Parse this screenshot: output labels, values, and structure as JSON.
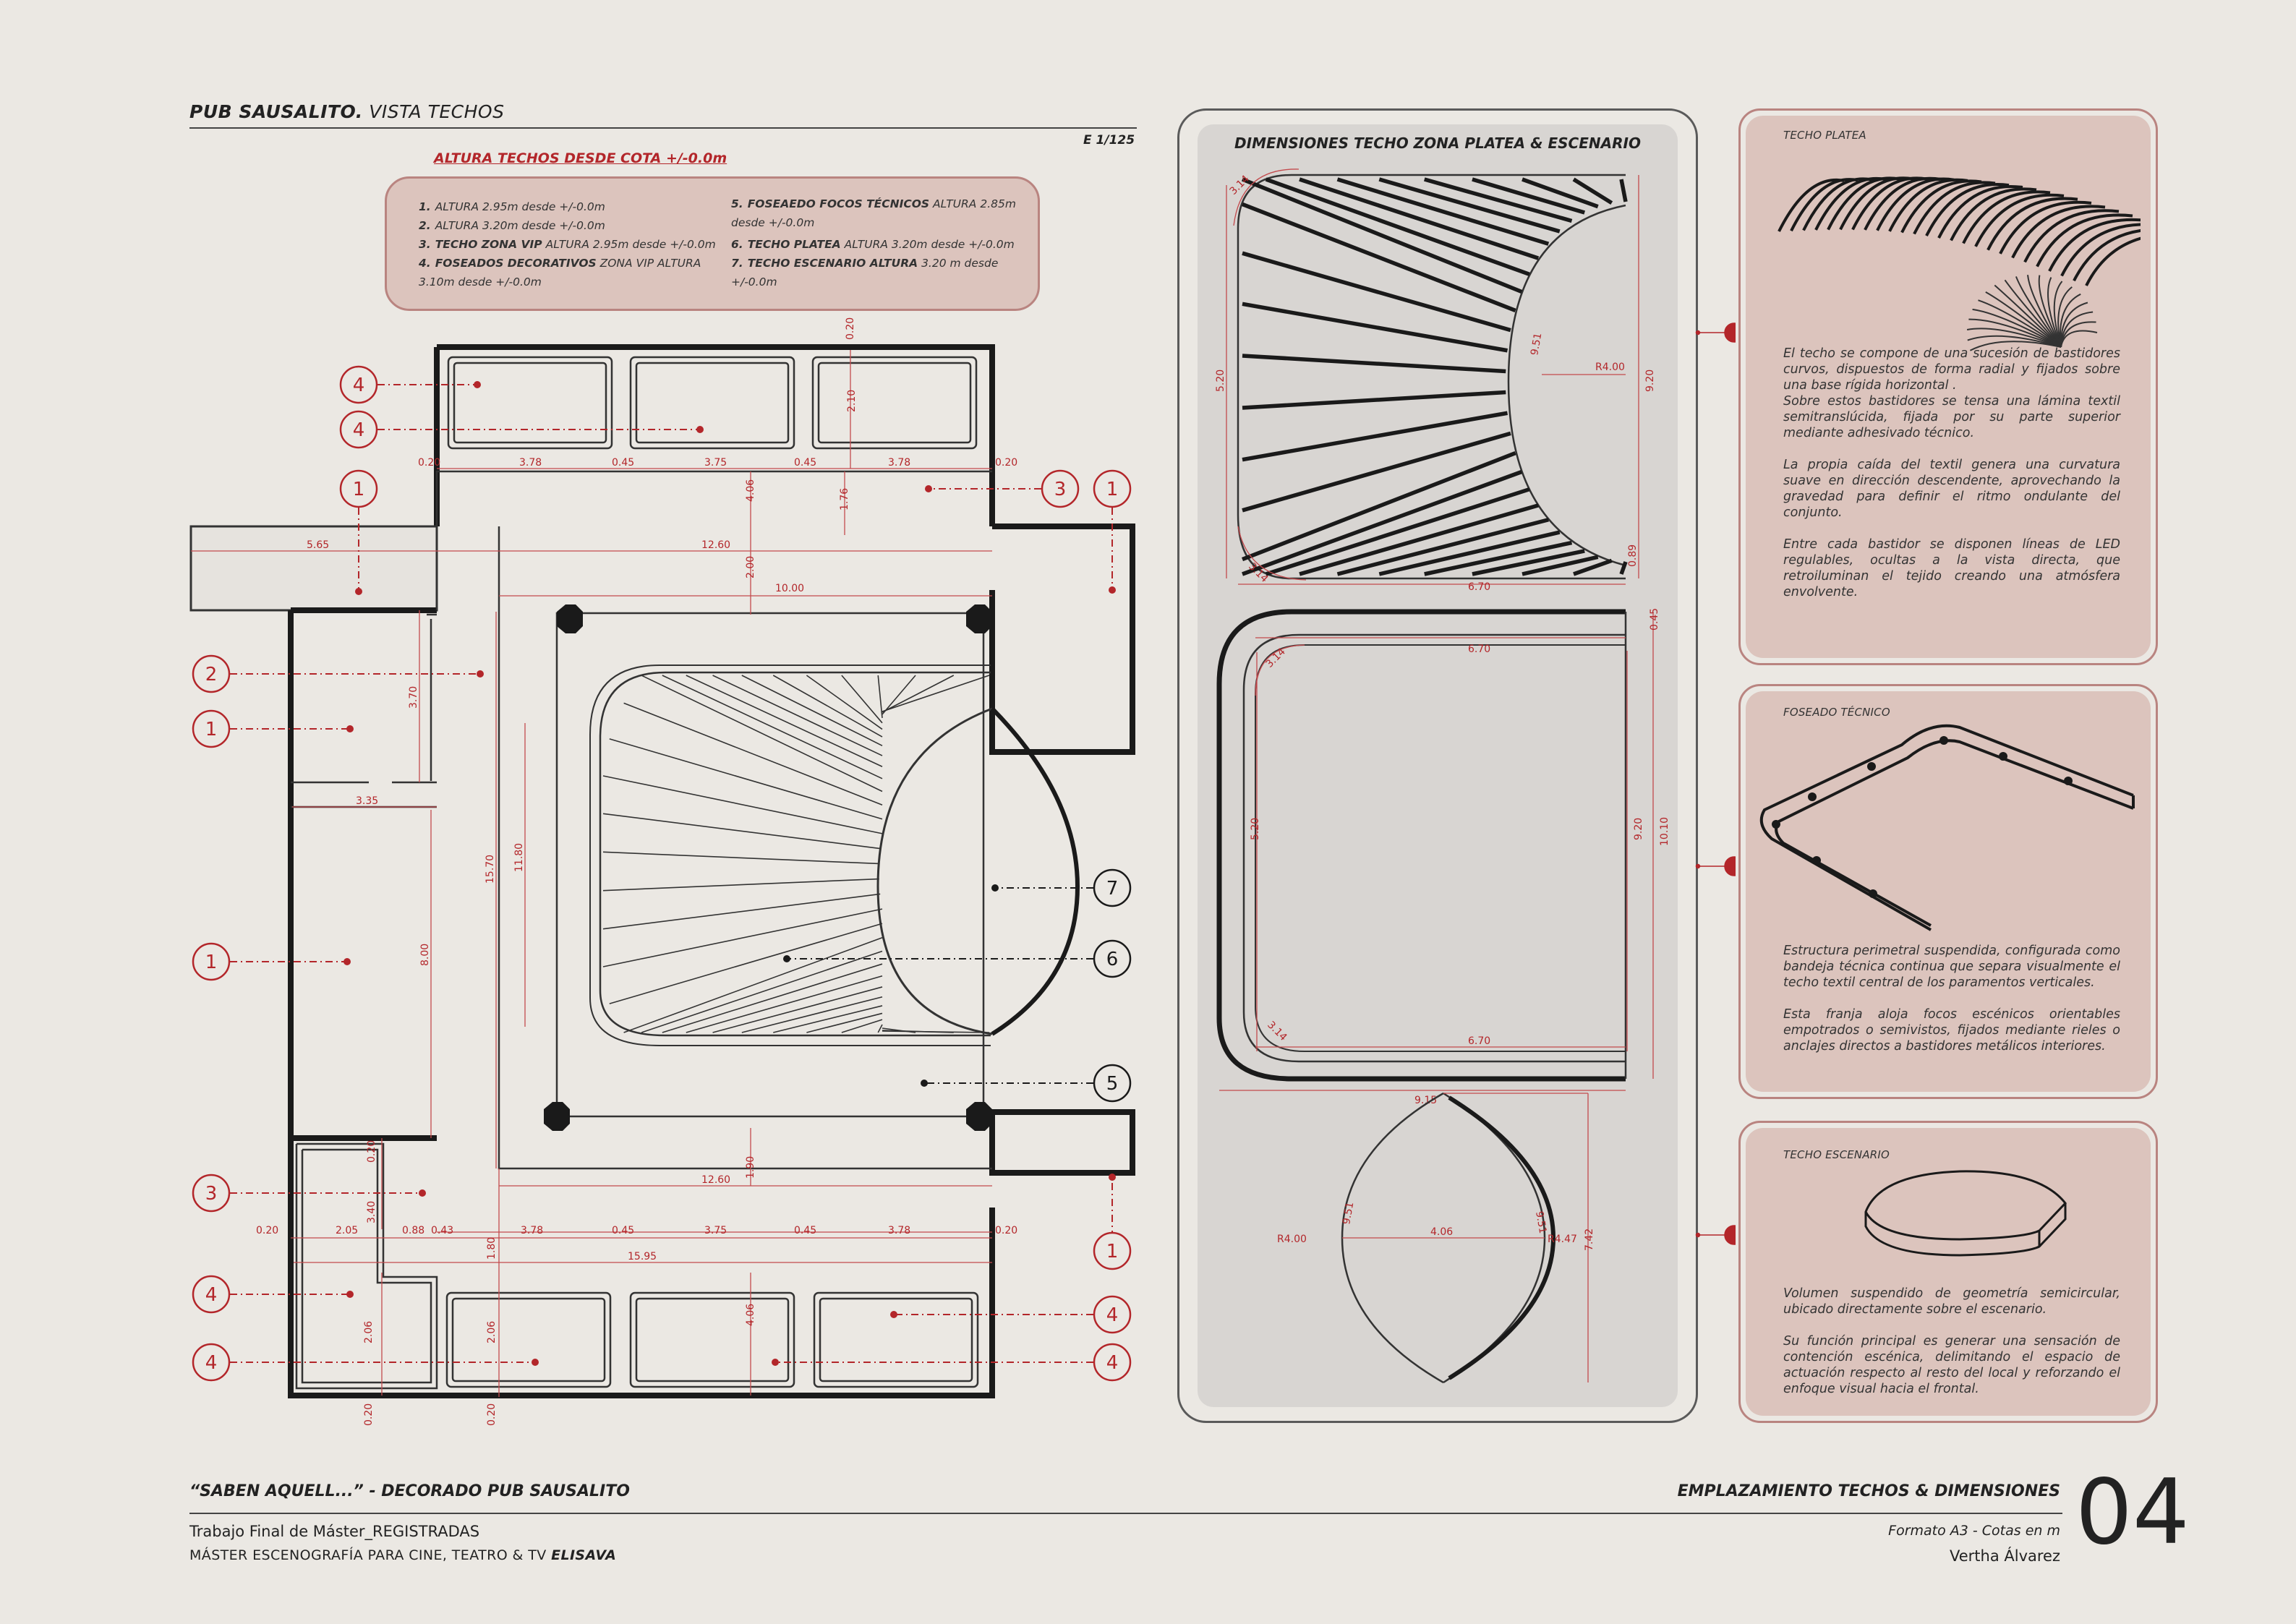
{
  "header": {
    "title_bold": "PUB SAUSALITO.",
    "title_rest": "VISTA TECHOS",
    "scale": "E 1/125",
    "heights_heading": "ALTURA TECHOS DESDE COTA +/-0.0m"
  },
  "legend": {
    "col1": [
      {
        "n": "1.",
        "title": "",
        "text": "ALTURA 2.95m desde +/-0.0m"
      },
      {
        "n": "2.",
        "title": "",
        "text": "ALTURA 3.20m desde +/-0.0m"
      },
      {
        "n": "3.",
        "title": "TECHO ZONA VIP",
        "text": "ALTURA 2.95m desde +/-0.0m"
      },
      {
        "n": "4.",
        "title": "FOSEADOS DECORATIVOS",
        "text": "ZONA VIP ALTURA 3.10m desde +/-0.0m"
      }
    ],
    "col2": [
      {
        "n": "5.",
        "title": "FOSEAEDO FOCOS TÉCNICOS",
        "text": "ALTURA 2.85m desde +/-0.0m"
      },
      {
        "n": "6.",
        "title": "TECHO PLATEA",
        "text": "ALTURA 3.20m desde +/-0.0m"
      },
      {
        "n": "7.",
        "title": "TECHO ESCENARIO ALTURA",
        "text": "3.20 m desde +/-0.0m"
      }
    ]
  },
  "plan": {
    "callouts": [
      "4",
      "4",
      "1",
      "2",
      "1",
      "1",
      "3",
      "4",
      "4",
      "3",
      "1",
      "7",
      "6",
      "5",
      "1",
      "4",
      "4"
    ],
    "dims": {
      "d020a": "0.20",
      "d378a": "3.78",
      "d045a": "0.45",
      "d375a": "3.75",
      "d045b": "0.45",
      "d378b": "3.78",
      "d020b": "0.20",
      "d020top": "0.20",
      "d210": "2.10",
      "d406a": "4.06",
      "d176": "1.76",
      "d565": "5.65",
      "d1260a": "12.60",
      "d200": "2.00",
      "d1000": "10.00",
      "d370": "3.70",
      "d335": "3.35",
      "d1570": "15.70",
      "d1180": "11.80",
      "d800": "8.00",
      "d1260b": "12.60",
      "d190": "1.90",
      "d020c": "0.20",
      "d340": "3.40",
      "d020d": "0.20",
      "d205": "2.05",
      "d088": "0.88",
      "d043": "0.43",
      "d378c": "3.78",
      "d045c": "0.45",
      "d375b": "3.75",
      "d045d": "0.45",
      "d378d": "3.78",
      "d020e": "0.20",
      "d180": "1.80",
      "d1595": "15.95",
      "d206a": "2.06",
      "d206b": "2.06",
      "d406b": "4.06",
      "d020f": "0.20",
      "d020g": "0.20"
    }
  },
  "dimensions_panel": {
    "title": "DIMENSIONES TECHO ZONA PLATEA & ESCENARIO",
    "top": {
      "r314a": "3.14",
      "r951": "9.51",
      "r400": "R4.00",
      "h520": "5.20",
      "h920": "9.20",
      "r314b": "3.14",
      "w670": "6.70",
      "h089": "0.89"
    },
    "mid": {
      "w670a": "6.70",
      "r314a": "3.14",
      "h045": "0.45",
      "h520": "5.20",
      "h920": "9.20",
      "h1010": "10.10",
      "r314b": "3.14",
      "w670b": "6.70",
      "w915": "9.15"
    },
    "bot": {
      "r951a": "9.51",
      "r951b": "9.51",
      "r400": "R4.00",
      "w406": "4.06",
      "r447": "R4.47",
      "h742": "7.42"
    }
  },
  "cards": {
    "platea": {
      "label": "TECHO PLATEA",
      "p1": "El techo se compone de una sucesión de bastidores curvos, dispuestos de forma radial y fijados sobre una base rígida horizontal .",
      "p2": "Sobre estos bastidores se tensa una lámina textil semitranslúcida, fijada por su parte superior mediante adhesivado técnico.",
      "p3": "La propia caída del textil genera una curvatura suave en dirección descendente, aprovechando la gravedad para definir el ritmo ondulante del conjunto.",
      "p4": "Entre cada bastidor se disponen líneas de LED regulables, ocultas a la vista directa, que retroiluminan el tejido creando una atmósfera envolvente."
    },
    "foseado": {
      "label": "FOSEADO TÉCNICO",
      "p1": "Estructura perimetral suspendida, configurada como bandeja técnica continua que separa visualmente el techo textil central de los paramentos verticales.",
      "p2": "Esta franja aloja focos escénicos orientables empotrados o semivistos, fijados mediante rieles o anclajes directos a bastidores metálicos interiores."
    },
    "escenario": {
      "label": "TECHO ESCENARIO",
      "p1": "Volumen suspendido de geometría semicircular, ubicado directamente sobre el escenario.",
      "p2": "Su función principal es generar una sensación de contención escénica, delimitando el espacio de actuación respecto al resto del local y reforzando el enfoque visual hacia el frontal."
    }
  },
  "footer": {
    "project": "“SABEN AQUELL...” - DECORADO PUB SAUSALITO",
    "tfm": "Trabajo Final de Máster_REGISTRADAS",
    "master": "MÁSTER ESCENOGRAFÍA PARA CINE, TEATRO & TV",
    "school": "ELISAVA",
    "sheet_title": "EMPLAZAMIENTO TECHOS & DIMENSIONES",
    "format": "Formato A3 - Cotas en m",
    "author": "Vertha Álvarez",
    "page_number": "04"
  },
  "colors": {
    "accent_red": "#b3262a",
    "card_fill": "#dcc4bd",
    "card_border": "#b98480",
    "paper": "#ebe8e3",
    "panel_fill": "#d8d5d2"
  }
}
